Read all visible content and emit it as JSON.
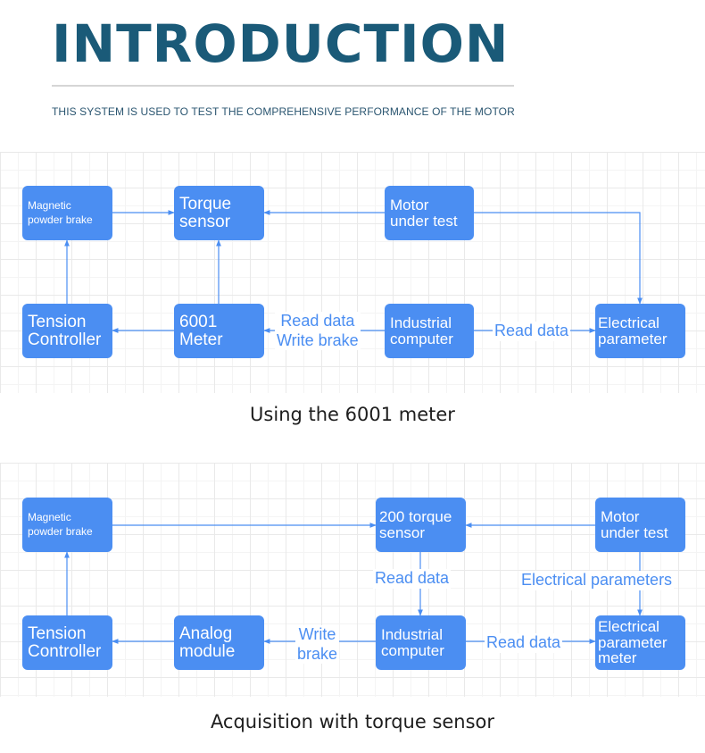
{
  "header": {
    "title": "INTRODUCTION",
    "subtitle": "THIS SYSTEM IS USED TO TEST THE COMPREHENSIVE PERFORMANCE OF THE MOTOR"
  },
  "diagram1": {
    "caption": "Using the 6001 meter",
    "nodes": {
      "brake": "Magnetic\npowder brake",
      "torque": "Torque\nsensor",
      "motor": "Motor\nunder test",
      "tension": "Tension\nController",
      "meter": "6001\nMeter",
      "computer": "Industrial\ncomputer",
      "elec": "Electrical\nparameter"
    },
    "edges": {
      "read_write": "Read data\nWrite brake",
      "read": "Read data"
    }
  },
  "diagram2": {
    "caption": "Acquisition with torque sensor",
    "nodes": {
      "brake": "Magnetic\npowder brake",
      "torque": "200 torque\nsensor",
      "motor": "Motor\nunder test",
      "tension": "Tension\nController",
      "analog": "Analog\nmodule",
      "computer": "Industrial\ncomputer",
      "elec": "Electrical\nparameter\nmeter"
    },
    "edges": {
      "read_torque": "Read data",
      "elec_params": "Electrical parameters",
      "write": "Write\nbrake",
      "read": "Read data"
    }
  },
  "colors": {
    "accent": "#4b8ef2",
    "title": "#1a5a78"
  }
}
